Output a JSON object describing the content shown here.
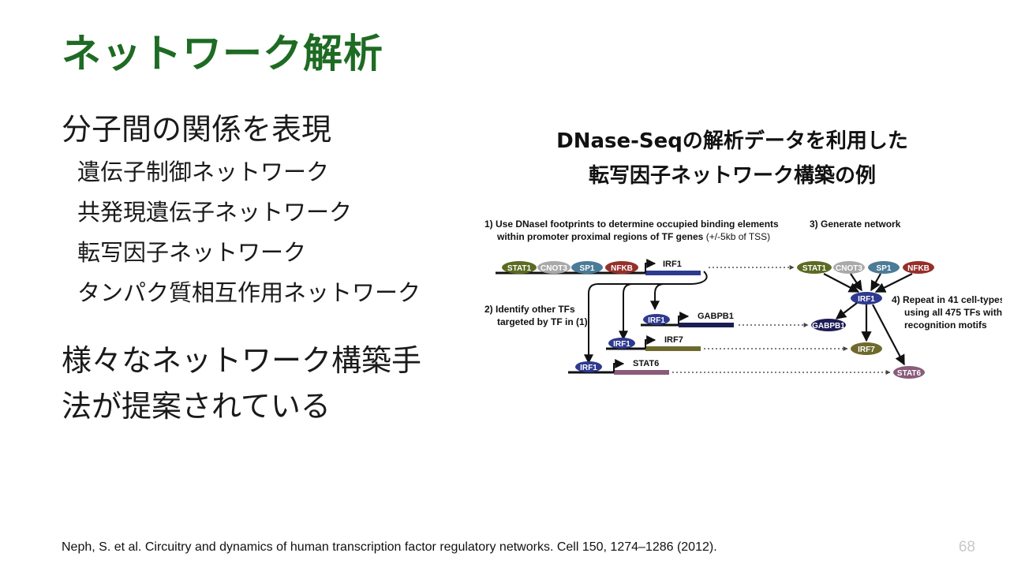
{
  "slide": {
    "title": "ネットワーク解析",
    "heading": "分子間の関係を表現",
    "bullets": [
      "遺伝子制御ネットワーク",
      "共発現遺伝子ネットワーク",
      "転写因子ネットワーク",
      "タンパク質相互作用ネットワーク"
    ],
    "summary_line1": "様々なネットワーク構築手",
    "summary_line2": "法が提案されている",
    "figure_caption_line1": "DNase-Seqの解析データを利用した",
    "figure_caption_line2": "転写因子ネットワーク構築の例",
    "citation": "Neph, S. et al. Circuitry and dynamics of human transcription factor regulatory networks. Cell 150, 1274–1286 (2012).",
    "page_number": "68"
  },
  "figure": {
    "step1_line1": "1)  Use DNaseI footprints to determine occupied binding elements",
    "step1_line2_bold": "within promoter proximal regions of TF genes",
    "step1_line2_rest": " (+/-5kb of TSS)",
    "step2_line1": "2)  Identify other TFs",
    "step2_line2": "targeted by TF in (1)",
    "step3": "3)  Generate network",
    "step4_line1": "4)  Repeat in 41 cell-types",
    "step4_line2": "using all 475 TFs with",
    "step4_line3": "recognition motifs",
    "tf_stat1": "STAT1",
    "tf_cnot3": "CNOT3",
    "tf_sp1": "SP1",
    "tf_nfkb": "NFKB",
    "tf_irf1": "IRF1",
    "gene_irf1": "IRF1",
    "gene_gabpb1": "GABPB1",
    "gene_irf7": "IRF7",
    "gene_stat6": "STAT6",
    "colors": {
      "stat1": "#5b6b22",
      "cnot3": "#a9a9a9",
      "sp1": "#4b7b96",
      "nfkb": "#962f2a",
      "irf1": "#2e3a8f",
      "gabpb1": "#1d1d55",
      "irf7": "#6e6a2e",
      "stat6": "#8a5b7a"
    }
  }
}
